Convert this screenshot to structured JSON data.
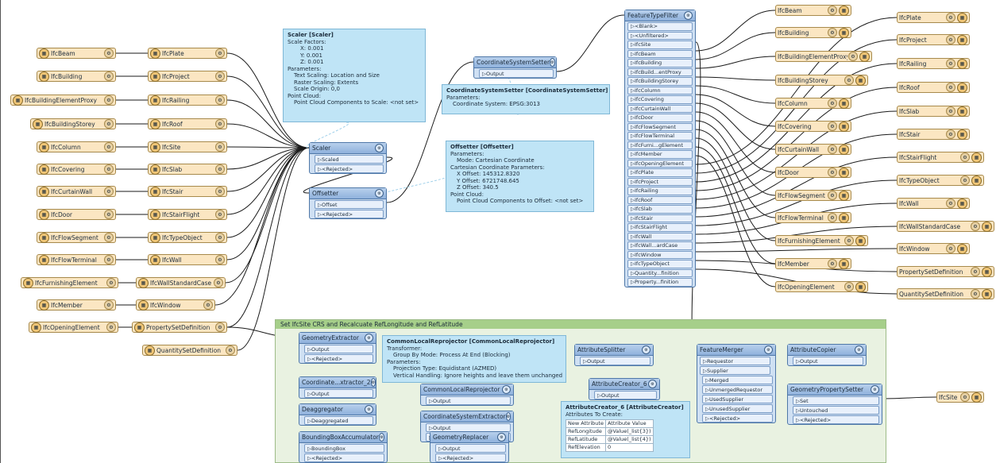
{
  "readers_left": [
    {
      "id": "r1",
      "label": "IfcBeam"
    },
    {
      "id": "r2",
      "label": "IfcBuilding"
    },
    {
      "id": "r3",
      "label": "IfcBuildingElementProxy"
    },
    {
      "id": "r4",
      "label": "IfcBuildingStorey"
    },
    {
      "id": "r5",
      "label": "IfcColumn"
    },
    {
      "id": "r6",
      "label": "IfcCovering"
    },
    {
      "id": "r7",
      "label": "IfcCurtainWall"
    },
    {
      "id": "r8",
      "label": "IfcDoor"
    },
    {
      "id": "r9",
      "label": "IfcFlowSegment"
    },
    {
      "id": "r10",
      "label": "IfcFlowTerminal"
    },
    {
      "id": "r11",
      "label": "IfcFurnishingElement"
    },
    {
      "id": "r12",
      "label": "IfcMember"
    },
    {
      "id": "r13",
      "label": "IfcOpeningElement"
    }
  ],
  "readers_mid": [
    {
      "id": "m1",
      "label": "IfcPlate"
    },
    {
      "id": "m2",
      "label": "IfcProject"
    },
    {
      "id": "m3",
      "label": "IfcRailing"
    },
    {
      "id": "m4",
      "label": "IfcRoof"
    },
    {
      "id": "m5",
      "label": "IfcSite"
    },
    {
      "id": "m6",
      "label": "IfcSlab"
    },
    {
      "id": "m7",
      "label": "IfcStair"
    },
    {
      "id": "m8",
      "label": "IfcStairFlight"
    },
    {
      "id": "m9",
      "label": "IfcTypeObject"
    },
    {
      "id": "m10",
      "label": "IfcWall"
    },
    {
      "id": "m11",
      "label": "IfcWallStandardCase"
    },
    {
      "id": "m12",
      "label": "IfcWindow"
    },
    {
      "id": "m13",
      "label": "PropertySetDefinition"
    },
    {
      "id": "m14",
      "label": "QuantitySetDefinition"
    }
  ],
  "writers_a": [
    {
      "id": "w1",
      "label": "IfcBeam"
    },
    {
      "id": "w2",
      "label": "IfcBuilding"
    },
    {
      "id": "w3",
      "label": "IfcBuildingElementProxy"
    },
    {
      "id": "w4",
      "label": "IfcBuildingStorey"
    },
    {
      "id": "w5",
      "label": "IfcColumn"
    },
    {
      "id": "w6",
      "label": "IfcCovering"
    },
    {
      "id": "w7",
      "label": "IfcCurtainWall"
    },
    {
      "id": "w8",
      "label": "IfcDoor"
    },
    {
      "id": "w9",
      "label": "IfcFlowSegment"
    },
    {
      "id": "w10",
      "label": "IfcFlowTerminal"
    },
    {
      "id": "w11",
      "label": "IfcFurnishingElement"
    },
    {
      "id": "w12",
      "label": "IfcMember"
    },
    {
      "id": "w13",
      "label": "IfcOpeningElement"
    }
  ],
  "writers_b": [
    {
      "id": "v1",
      "label": "IfcPlate"
    },
    {
      "id": "v2",
      "label": "IfcProject"
    },
    {
      "id": "v3",
      "label": "IfcRailing"
    },
    {
      "id": "v4",
      "label": "IfcRoof"
    },
    {
      "id": "v5",
      "label": "IfcSlab"
    },
    {
      "id": "v6",
      "label": "IfcStair"
    },
    {
      "id": "v7",
      "label": "IfcStairFlight"
    },
    {
      "id": "v8",
      "label": "IfcTypeObject"
    },
    {
      "id": "v9",
      "label": "IfcWall"
    },
    {
      "id": "v10",
      "label": "IfcWallStandardCase"
    },
    {
      "id": "v11",
      "label": "IfcWindow"
    },
    {
      "id": "v12",
      "label": "PropertySetDefinition"
    },
    {
      "id": "v13",
      "label": "QuantitySetDefinition"
    }
  ],
  "writer_site": {
    "label": "IfcSite"
  },
  "scaler": {
    "title": "Scaler",
    "ports": [
      "Scaled",
      "<Rejected>"
    ]
  },
  "offsetter": {
    "title": "Offsetter",
    "ports": [
      "Offset",
      "<Rejected>"
    ]
  },
  "coordsetter": {
    "title": "CoordinateSystemSetter",
    "ports": [
      "Output"
    ]
  },
  "ftf": {
    "title": "FeatureTypeFilter",
    "ports": [
      "<Blank>",
      "<Unfiltered>",
      "IfcSite",
      "IfcBeam",
      "IfcBuilding",
      "IfcBuild...entProxy",
      "IfcBuildingStorey",
      "IfcColumn",
      "IfcCovering",
      "IfcCurtainWall",
      "IfcDoor",
      "IfcFlowSegment",
      "IfcFlowTerminal",
      "IfcFurni...gElement",
      "IfcMember",
      "IfcOpeningElement",
      "IfcPlate",
      "IfcProject",
      "IfcRailing",
      "IfcRoof",
      "IfcSlab",
      "IfcStair",
      "IfcStairFlight",
      "IfcWall",
      "IfcWall...ardCase",
      "IfcWindow",
      "IfcTypeObject",
      "Quantity...finition",
      "Property...finition"
    ]
  },
  "ann_scaler": {
    "lines": [
      "Scaler [Scaler]",
      "Scale Factors:",
      "X: 0.001",
      "Y: 0.001",
      "Z: 0.001",
      "Parameters:",
      "Text Scaling: Location and Size",
      "Raster Scaling: Extents",
      "Scale Origin: 0,0",
      "Point Cloud:",
      "Point Cloud Components to Scale: <not set>"
    ]
  },
  "ann_coord": {
    "lines": [
      "CoordinateSystemSetter [CoordinateSystemSetter]",
      "Parameters:",
      "Coordinate System: EPSG:3013"
    ]
  },
  "ann_offset": {
    "lines": [
      "Offsetter [Offsetter]",
      "Parameters:",
      "Mode: Cartesian Coordinate",
      "Cartesian Coordinate Parameters:",
      "X Offset: 145312.8320",
      "Y Offset: 6721748.645",
      "Z Offset: 340.5",
      "Point Cloud:",
      "Point Cloud Components to Offset: <not set>"
    ]
  },
  "bookmark": {
    "title": "Set IfcSite CRS and Recalcuate RefLongitude and RefLatitude"
  },
  "geomextractor": {
    "title": "GeometryExtractor",
    "ports": [
      "Output",
      "<Rejected>"
    ]
  },
  "coordextractor2": {
    "title": "Coordinate...xtractor_2",
    "ports": [
      "Output"
    ]
  },
  "deaggregator": {
    "title": "Deaggregator",
    "ports": [
      "Deaggregated"
    ]
  },
  "bbox": {
    "title": "BoundingBoxAccumulator",
    "ports": [
      "BoundingBox",
      "<Rejected>"
    ]
  },
  "ann_reproj": {
    "lines": [
      "CommonLocalReprojector [CommonLocalReprojector]",
      "Transformer:",
      "Group By Mode: Process At End (Blocking)",
      "Parameters:",
      "Projection Type: Equidistant (AZMED)",
      "Vertical Handling: Ignore heights and leave them unchanged"
    ]
  },
  "reprojector": {
    "title": "CommonLocalReprojector",
    "ports": [
      "Output"
    ]
  },
  "coordextractor": {
    "title": "CoordinateSystemExtractor",
    "ports": [
      "Output",
      "<Rejected>"
    ]
  },
  "geomreplacer": {
    "title": "GeometryReplacer",
    "ports": [
      "Output",
      "<Rejected>"
    ]
  },
  "attrsplitter": {
    "title": "AttributeSplitter",
    "ports": [
      "Output"
    ]
  },
  "attrcreator": {
    "title": "AttributeCreator_6",
    "ports": [
      "Output"
    ]
  },
  "ann_attr": {
    "title": "AttributeCreator_6 [AttributeCreator]",
    "sub": "Attributes To Create:",
    "headers": [
      "New Attribute",
      "Attribute Value"
    ],
    "rows": [
      [
        "RefLongitude",
        "@Value(_list{3})"
      ],
      [
        "RefLatitude",
        "@Value(_list{4})"
      ],
      [
        "RefElevation",
        "0"
      ]
    ]
  },
  "merger": {
    "title": "FeatureMerger",
    "inports": [
      "Requestor",
      "Supplier"
    ],
    "ports": [
      "Merged",
      "UnmergedRequestor",
      "UsedSupplier",
      "UnusedSupplier",
      "<Rejected>"
    ]
  },
  "copier": {
    "title": "AttributeCopier",
    "ports": [
      "Output"
    ]
  },
  "geomsetter": {
    "title": "GeometryPropertySetter",
    "ports": [
      "Set",
      "Untouched",
      "<Rejected>"
    ]
  }
}
